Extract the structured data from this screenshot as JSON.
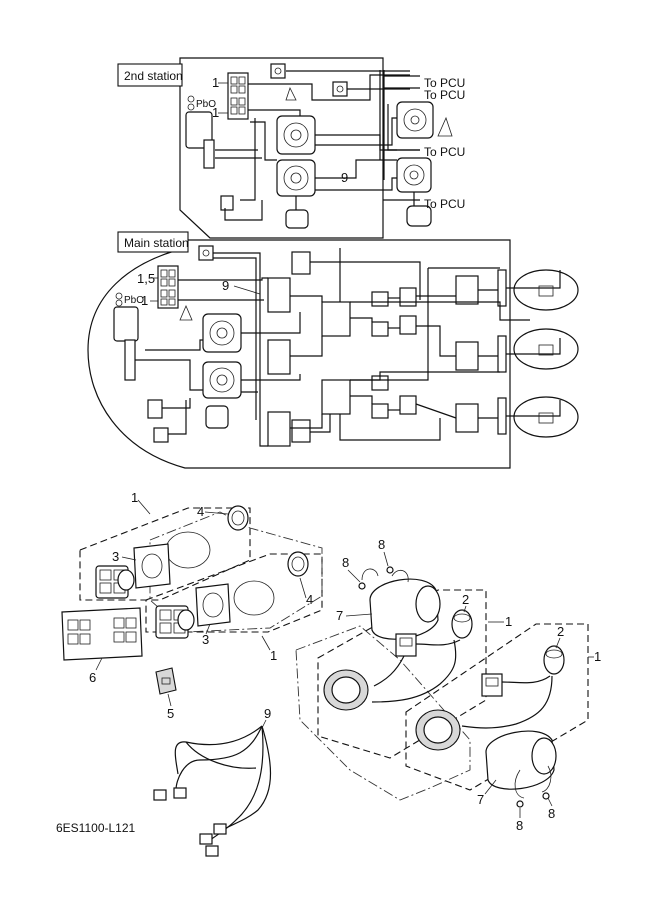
{
  "diagram": {
    "station_labels": {
      "second": "2nd station",
      "main": "Main station"
    },
    "pcu_labels": [
      "To PCU",
      "To PCU",
      "To PCU",
      "To PCU"
    ],
    "wiring_callouts": {
      "top_1a": "1",
      "top_1b": "1",
      "top_9": "9",
      "main_15": "1,5",
      "main_1": "1",
      "main_9": "9"
    },
    "exploded_callouts": {
      "c1_top": "1",
      "c4_top": "4",
      "c3_left": "3",
      "c4_right": "4",
      "c3_mid": "3",
      "c1_mid": "1",
      "c6": "6",
      "c5": "5",
      "c9": "9",
      "c8_a": "8",
      "c8_b": "8",
      "c7_top": "7",
      "c2_a": "2",
      "c1_r1": "1",
      "c2_b": "2",
      "c1_r2": "1",
      "c7_bot": "7",
      "c8_c": "8",
      "c8_d": "8"
    },
    "panel_glyph": "PbO",
    "figure_code": "6ES1100-L121"
  }
}
